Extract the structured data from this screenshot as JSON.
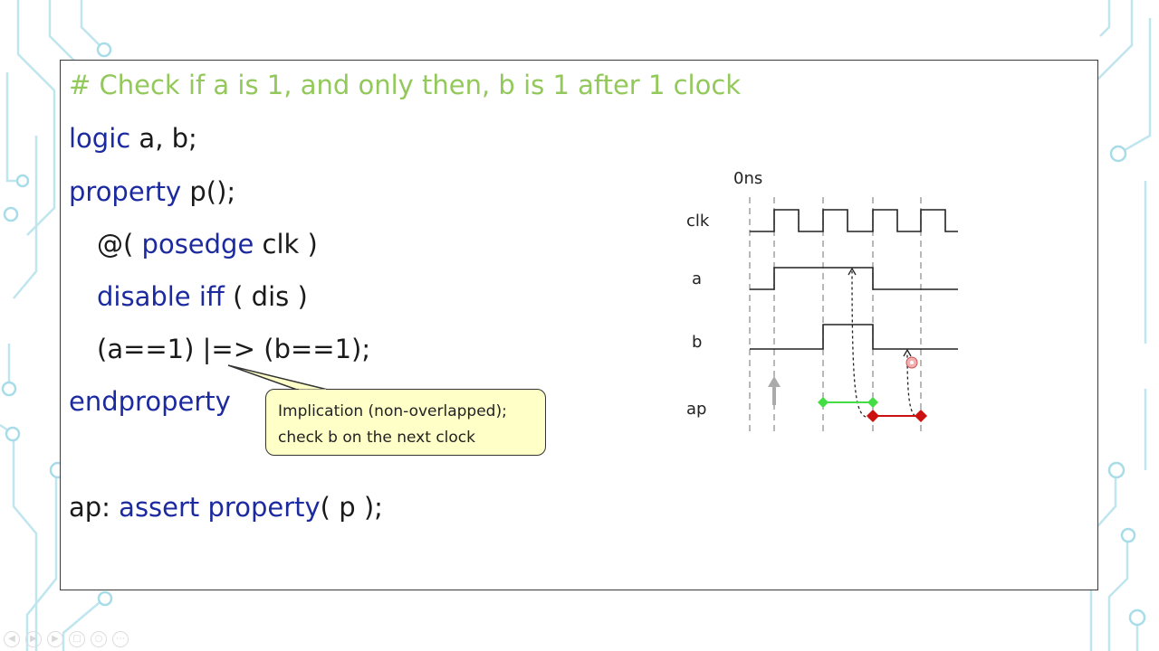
{
  "code": {
    "comment": "# Check if a is 1, and only then, b is 1 after 1 clock",
    "line_logic": {
      "kw": "logic",
      "rest": " a, b;"
    },
    "line_property": {
      "kw": "property",
      "rest": " p();"
    },
    "line_clock": {
      "pre": "@( ",
      "kw": "posedge",
      "rest": " clk )"
    },
    "line_disable": {
      "kw": "disable iff",
      "rest": " ( dis )"
    },
    "line_impl": "(a==1) |=> (b==1);",
    "line_endproperty": "endproperty",
    "line_assert": {
      "pre": "ap: ",
      "kw": "assert property",
      "rest": "( p );"
    }
  },
  "callout": {
    "line1": "Implication (non-overlapped);",
    "line2": "check b on the next clock"
  },
  "waveform": {
    "time_label": "0ns",
    "signals": [
      "clk",
      "a",
      "b",
      "ap"
    ],
    "colors": {
      "pass": "#44dd44",
      "fail": "#cc1111",
      "wave": "#222222",
      "grid": "#888888"
    }
  },
  "controls": [
    "prev-icon",
    "play-icon",
    "next-icon",
    "copy-icon",
    "zoom-icon",
    "more-icon"
  ]
}
